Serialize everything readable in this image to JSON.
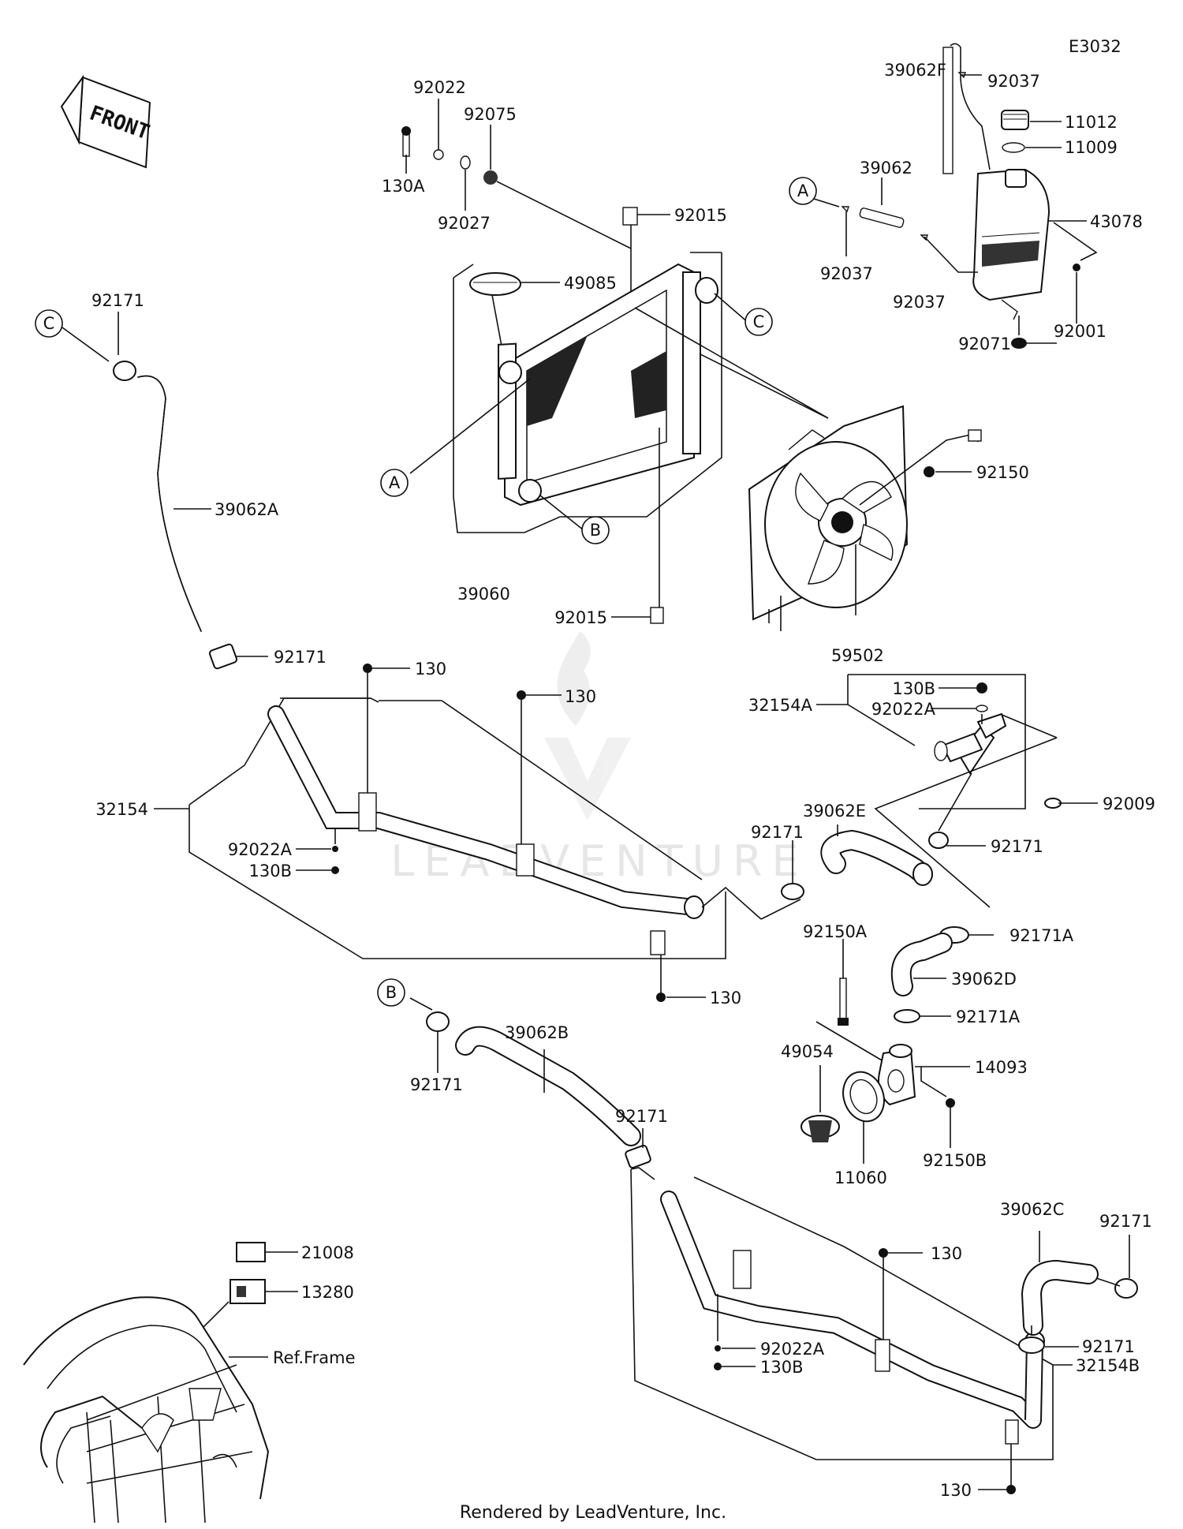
{
  "diagram_code": "E3032",
  "front_label": "FRONT",
  "watermark": "LEADVENTURE",
  "footer": "Rendered by LeadVenture, Inc.",
  "ref_frame_label": "Ref.Frame",
  "callout_letters": {
    "a": "A",
    "b": "B",
    "c": "C"
  },
  "parts": {
    "p39062F": "39062F",
    "p92037": "92037",
    "p11012": "11012",
    "p11009": "11009",
    "p39062": "39062",
    "p43078": "43078",
    "p92001": "92001",
    "p92071": "92071",
    "p92022": "92022",
    "p92075": "92075",
    "p130A": "130A",
    "p92027": "92027",
    "p92015": "92015",
    "p49085": "49085",
    "p92171": "92171",
    "p39062A": "39062A",
    "p39060": "39060",
    "p92150": "92150",
    "p59502": "59502",
    "p130": "130",
    "p130B": "130B",
    "p92022A": "92022A",
    "p32154A": "32154A",
    "p92009": "92009",
    "p32154": "32154",
    "p39062E": "39062E",
    "p92171A": "92171A",
    "p92150A": "92150A",
    "p39062D": "39062D",
    "p49054": "49054",
    "p14093": "14093",
    "p11060": "11060",
    "p92150B": "92150B",
    "p39062B": "39062B",
    "p39062C": "39062C",
    "p21008": "21008",
    "p13280": "13280",
    "p32154B": "32154B"
  }
}
